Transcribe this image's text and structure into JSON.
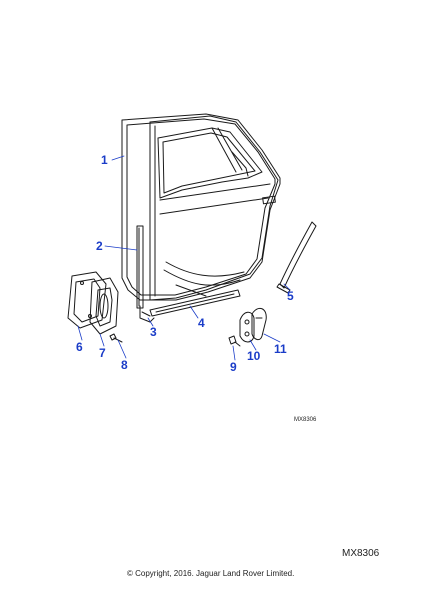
{
  "diagram": {
    "callouts": [
      "1",
      "2",
      "3",
      "4",
      "5",
      "6",
      "7",
      "8",
      "9",
      "10",
      "11"
    ],
    "drawing_reference": "MX8306"
  },
  "footer": {
    "reference": "MX8306",
    "copyright": "© Copyright, 2016. Jaguar Land Rover Limited."
  },
  "colors": {
    "callout": "#1a3cc8",
    "line_art": "#1a1a1a",
    "leader": "#1a3cc8"
  }
}
